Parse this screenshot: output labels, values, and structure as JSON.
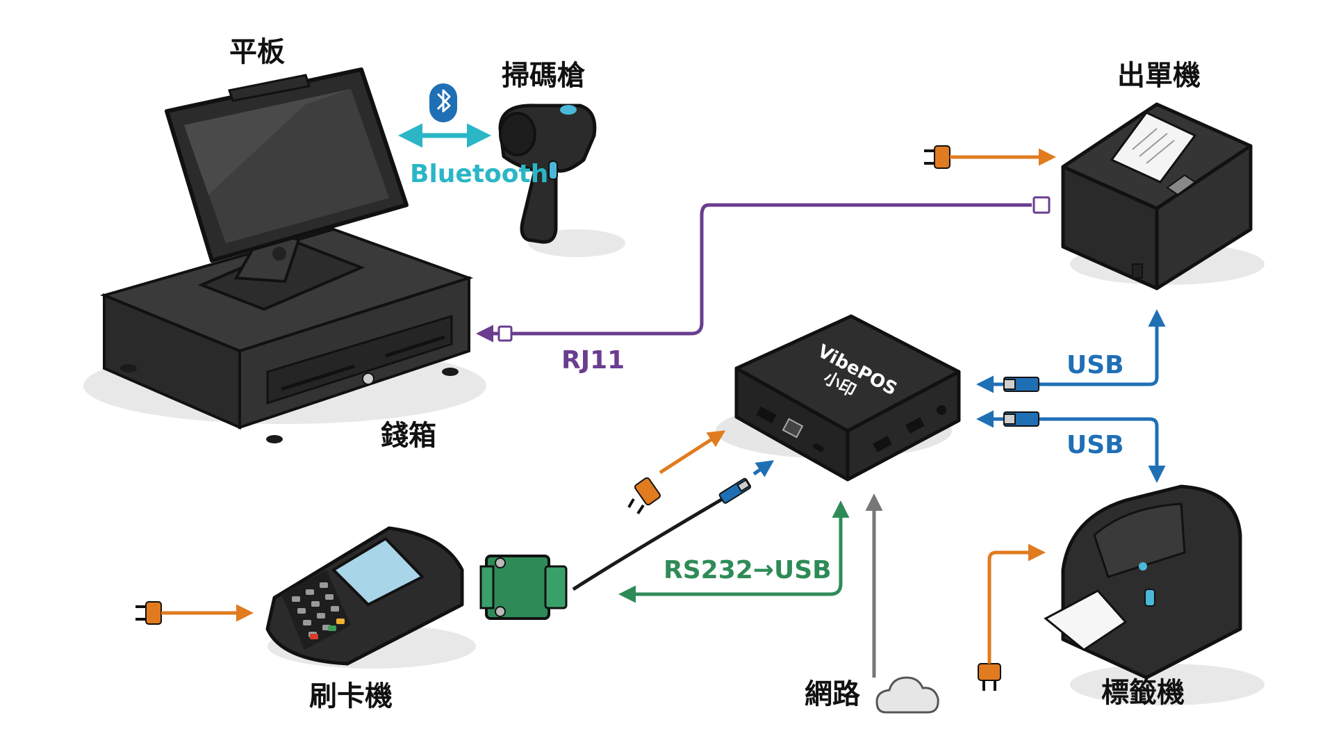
{
  "devices": {
    "tablet": "平板",
    "scanner": "掃碼槍",
    "cash_drawer": "錢箱",
    "receipt_printer": "出單機",
    "hub": "VibePOS",
    "hub_sub": "小印",
    "card_reader": "刷卡機",
    "network": "網路",
    "label_printer": "標籤機"
  },
  "connections": {
    "bluetooth": "Bluetooth",
    "rj11": "RJ11",
    "usb_1": "USB",
    "usb_2": "USB",
    "rs232": "RS232→USB"
  },
  "colors": {
    "bluetooth": "#2bb6c6",
    "rj11": "#6a3d8f",
    "usb": "#1f6fb5",
    "rs232": "#2e8b57",
    "power": "#e07b1f",
    "network": "#777777",
    "device": "#2b2b2b"
  },
  "icons": [
    "bluetooth-icon",
    "power-plug-icon",
    "usb-plug-icon",
    "rj11-plug-icon",
    "db9-connector-icon",
    "cloud-icon"
  ]
}
